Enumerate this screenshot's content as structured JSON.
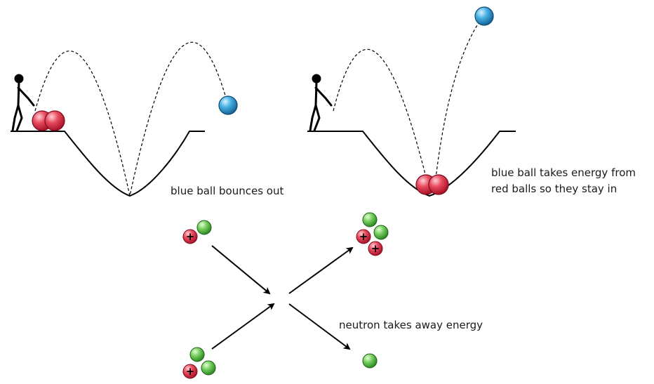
{
  "labels": {
    "left_scene": "blue ball bounces out",
    "right_scene_line1": "blue ball takes energy from",
    "right_scene_line2": "red balls so they stay in",
    "reaction": "neutron takes away energy"
  },
  "particles": {
    "plus_sign": "+"
  },
  "colors": {
    "proton": "#e23b50",
    "neutron": "#6fcf5a",
    "blue_ball": "#3aa6dc",
    "red_ball": "#e23b50",
    "line": "#000000"
  }
}
